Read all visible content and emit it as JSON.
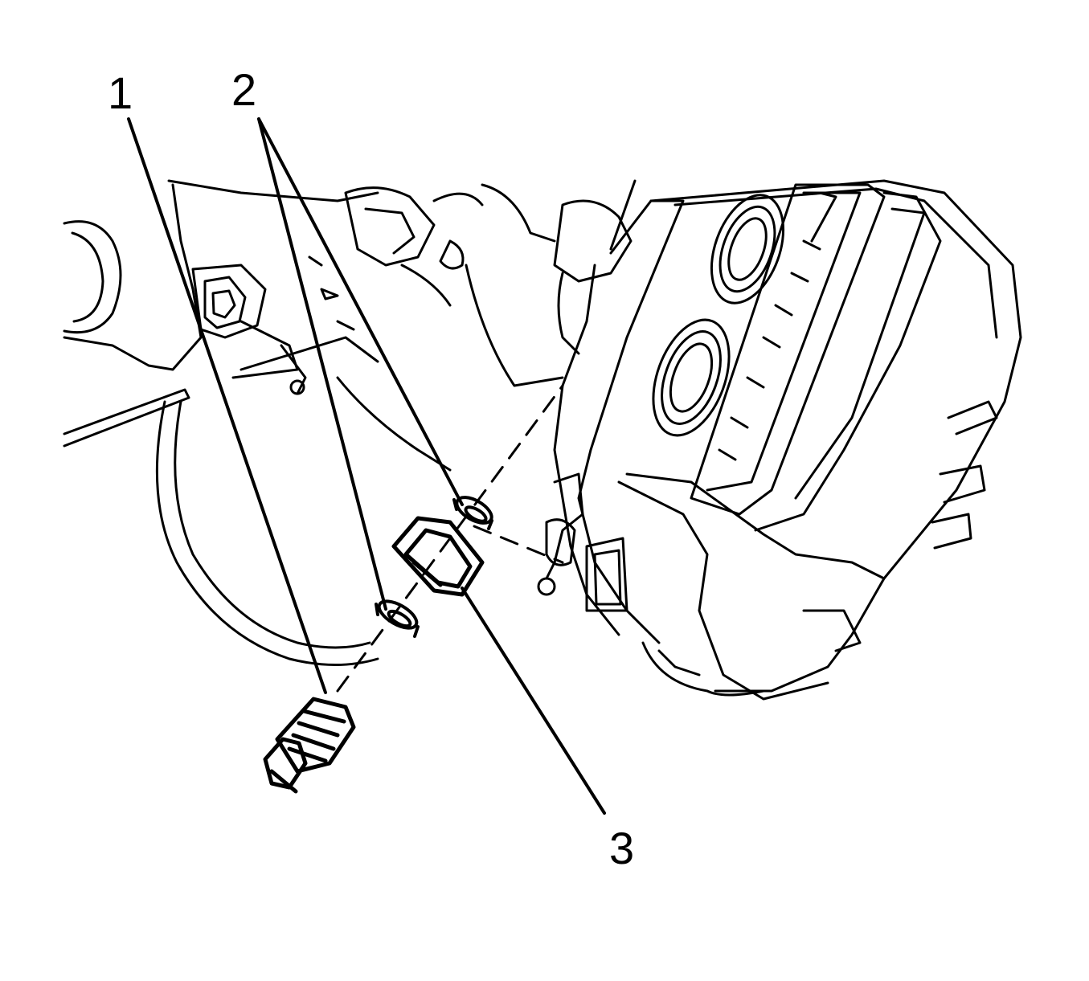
{
  "diagram": {
    "callouts": [
      {
        "id": "callout-1",
        "label": "1",
        "part": "bolt"
      },
      {
        "id": "callout-2",
        "label": "2",
        "part": "washers"
      },
      {
        "id": "callout-3",
        "label": "3",
        "part": "brake-hose-fitting"
      }
    ],
    "colors": {
      "line": "#000000",
      "background": "#ffffff"
    }
  }
}
